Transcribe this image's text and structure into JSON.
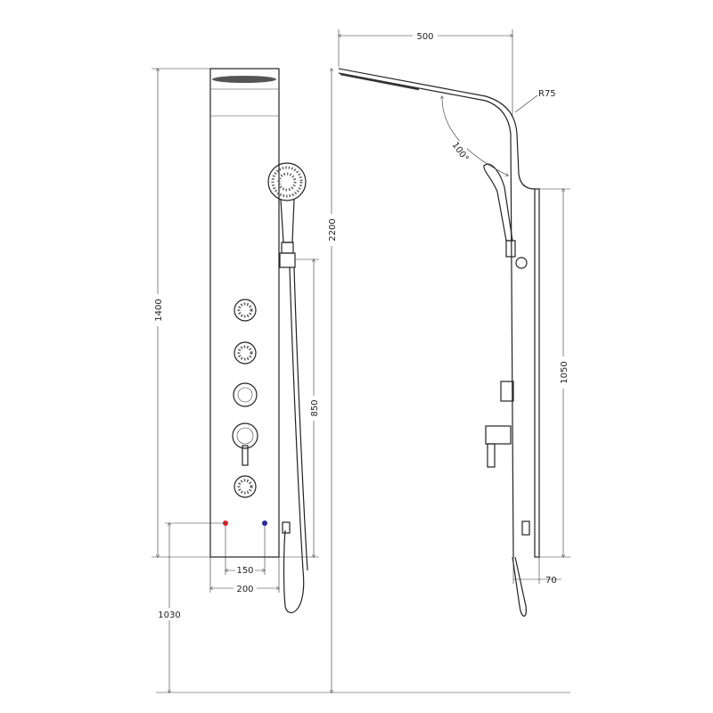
{
  "dimensions": {
    "panel_height": "1400",
    "total_height": "2200",
    "hand_shower_height": "850",
    "inlet_height": "1030",
    "inlet_spacing": "150",
    "panel_width": "200",
    "arm_length": "500",
    "bend_radius": "R75",
    "arm_angle": "100°",
    "side_panel_height": "1050",
    "panel_depth": "70"
  },
  "colors": {
    "hot_inlet": "#e0202a",
    "cold_inlet": "#2a2a9a",
    "line": "#222222"
  }
}
